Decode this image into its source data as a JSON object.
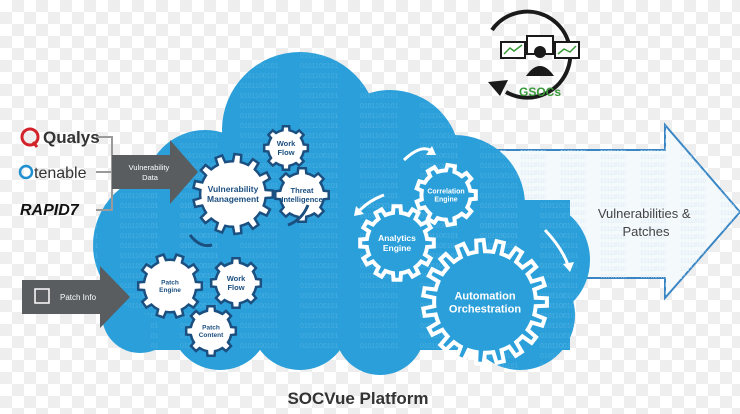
{
  "vendors": {
    "qualys": "Qualys",
    "tenable": "tenable",
    "rapid7": "RAPID7"
  },
  "inputs": {
    "vulnerability_data": [
      "Vulnerability",
      "Data"
    ],
    "patch_info": "Patch Info"
  },
  "gsocs_label": "GSOCs",
  "gears": {
    "work_flow_top": [
      "Work",
      "Flow"
    ],
    "vulnerability_management": [
      "Vulnerability",
      "Management"
    ],
    "threat_intelligence": [
      "Threat",
      "Intelligence"
    ],
    "patch_engine": [
      "Patch",
      "Engine"
    ],
    "work_flow_bottom": [
      "Work",
      "Flow"
    ],
    "patch_content": [
      "Patch",
      "Content"
    ],
    "correlation_engine": [
      "Correlation",
      "Engine"
    ],
    "analytics_engine": [
      "Analytics",
      "Engine"
    ],
    "automation_orchestration": [
      "Automation",
      "Orchestration"
    ]
  },
  "output": [
    "Vulnerabilities &",
    "Patches"
  ],
  "platform_title": "SOCVue Platform",
  "colors": {
    "cloud": "#2b9fd9",
    "gear_white": "#ffffff",
    "gear_blue": "#2b9fd9",
    "gear_label": "#1b4f80",
    "gsocs_green": "#3a9a3a",
    "arrow_dark": "#5a5d60",
    "qualys_red": "#d2232a",
    "rapid7_red": "#e2401b"
  }
}
